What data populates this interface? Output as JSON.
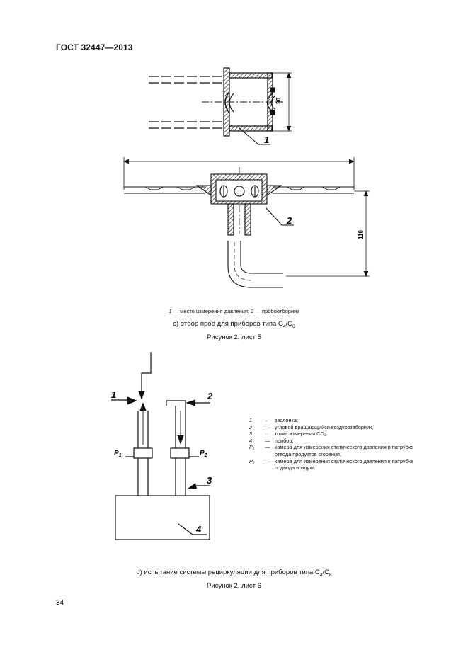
{
  "header": {
    "standard": "ГОСТ 32447—2013"
  },
  "figure_c": {
    "dimension_30": "30",
    "dimension_110": "110",
    "callout_1": "1",
    "callout_2": "2",
    "legend_num_1": "1",
    "legend_text_1": " — место измерения давления; ",
    "legend_num_2": "2",
    "legend_text_2": " — пробоотборник",
    "caption_prefix": "с) отбор проб для приборов типа С",
    "caption_sub1": "4",
    "caption_mid": "/С",
    "caption_sub2": "6",
    "sheet": "Рисунок 2, лист 5"
  },
  "figure_d": {
    "callout_1": "1",
    "callout_2": "2",
    "callout_3": "3",
    "callout_4": "4",
    "p1": "P",
    "p1_sub": "1",
    "p2": "P",
    "p2_sub": "2",
    "legend": [
      {
        "num": "1",
        "dash": "–",
        "text": "заслонка;"
      },
      {
        "num": "2",
        "dash": "—",
        "text": "угловой вращающийся воздухозаборник,"
      },
      {
        "num": "3",
        "dash": "··",
        "text": "точка измерения СО₂."
      },
      {
        "num": "4",
        "dash": "—",
        "text": "прибор;"
      },
      {
        "num": "P₁",
        "dash": "—",
        "text": "камера для измерения статического давления в патрубке отвода продуктов сгорания,"
      },
      {
        "num": "P₂",
        "dash": "—",
        "text": "камера для измерения статического давления в патрубке подвода воздуха"
      }
    ],
    "caption_prefix": "d) испытание системы рециркуляции для приборов типа С",
    "caption_sub1": "4",
    "caption_mid": "/С",
    "caption_sub2": "6",
    "sheet": "Рисунок 2, лист 6"
  },
  "footer": {
    "page_number": "34"
  }
}
